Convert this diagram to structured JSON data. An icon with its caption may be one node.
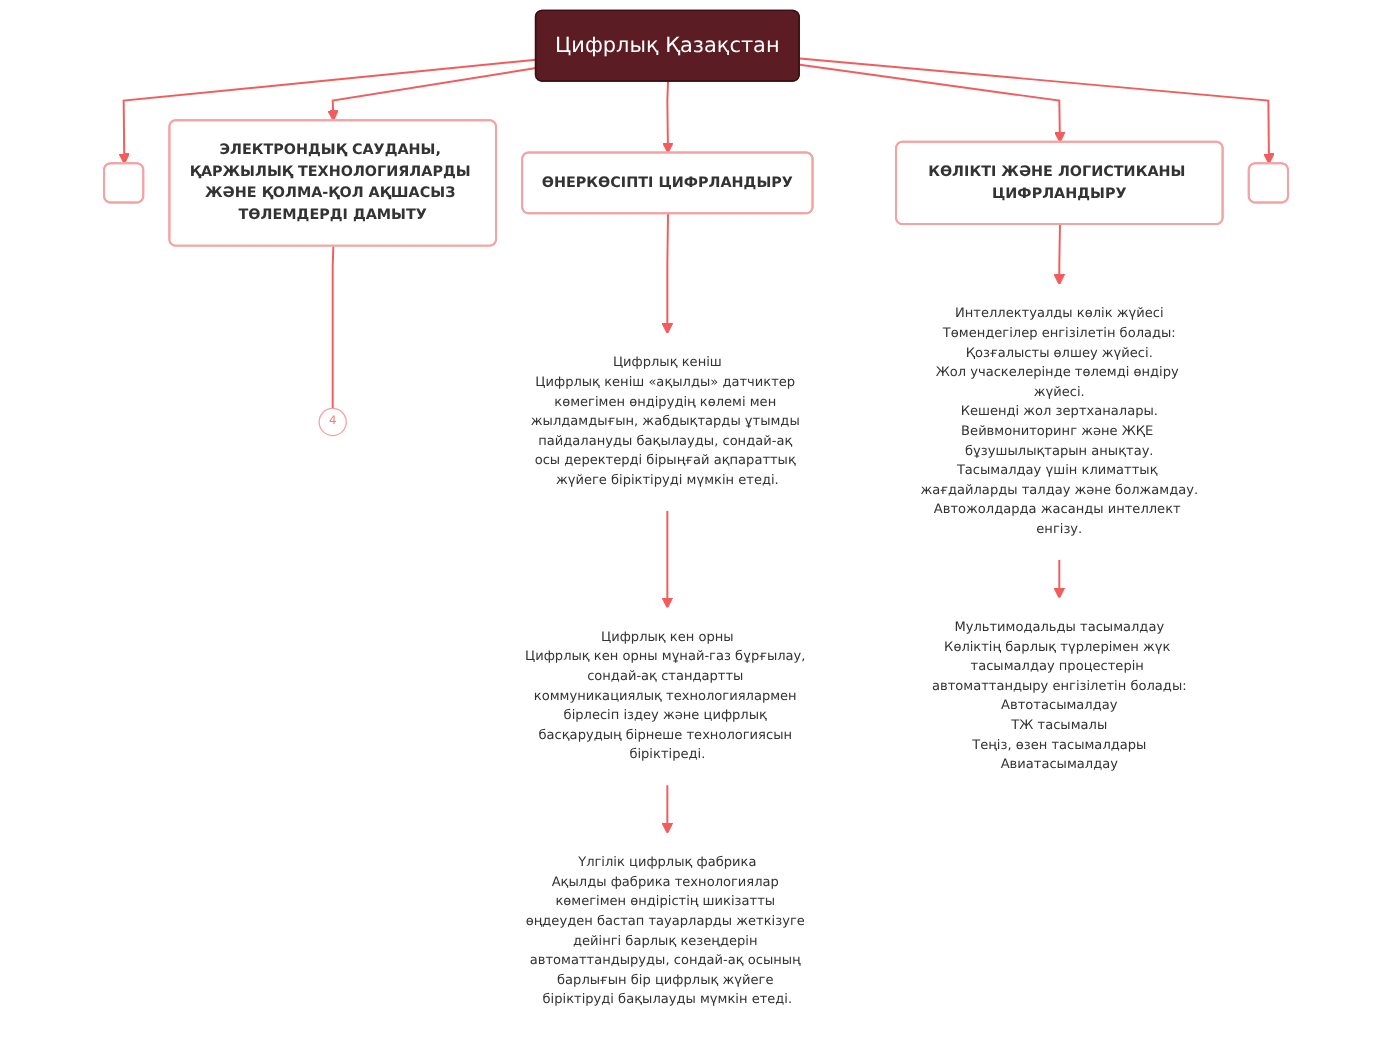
{
  "diagram": {
    "nodes": [
      {
        "text": [
          "Цифрлық Қазақстан"
        ]
      },
      {
        "text": [],
        "shape": "box"
      },
      {
        "text": [
          "ӨНЕРКӨСІПТІ ЦИФРЛАНДЫРУ"
        ]
      },
      {
        "text": [
          "КӨЛІКТІ ЖӘНЕ ЛОГИСТИКАНЫ ЦИФРЛАНДЫРУ"
        ]
      },
      {
        "text": [
          "ЭЛЕКТРОНДЫҚ САУДАНЫ, ҚАРЖЫЛЫҚ ТЕХНОЛОГИЯЛАРДЫ ЖӘНЕ ҚОЛМА-ҚОЛ АҚШАСЫЗ ТӨЛЕМДЕРДІ ДАМЫТУ"
        ]
      },
      {
        "text": [
          "4"
        ]
      },
      {
        "text": [],
        "shape": "box"
      },
      {
        "text": [
          "Цифрлық кеніш",
          "Цифрлық кеніш «ақылды» датчиктер көмегімен өндірудің көлемі мен жылдамдығын, жабдықтарды ұтымды пайдалануды бақылауды, сондай-ақ осы деректерді бірыңғай ақпараттық жүйеге біріктіруді мүмкін етеді."
        ]
      },
      {
        "text": [
          "Цифрлық кен орны",
          "Цифрлық кен орны мұнай-газ бұрғылау, сондай-ақ стандартты коммуникациялық технологиялармен бірлесіп іздеу және цифрлық басқарудың бірнеше технологиясын біріктіреді."
        ]
      },
      {
        "text": [
          "Үлгілік цифрлық фабрика",
          "Ақылды фабрика технологиялар көмегімен өндірістің шикізатты өңдеуден бастап тауарларды жеткізуге дейінгі барлық кезеңдерін автоматтандыруды, сондай-ақ осының барлығын бір цифрлық жүйеге біріктіруді бақылауды мүмкін етеді."
        ]
      },
      {
        "text": [
          "Интеллектуалды көлік жүйесі",
          "Төмендегілер енгізілетін болады:",
          "Қозғалысты өлшеу жүйесі.",
          "Жол учаскелерінде төлемді өндіру жүйесі.",
          "Кешенді жол зертханалары.",
          "Вейвмониторинг және ЖҚЕ бұзушылықтарын анықтау.",
          "Тасымалдау үшін климаттық жағдайларды талдау және болжамдау.",
          "Автожолдарда жасанды интеллект енгізу."
        ]
      },
      {
        "text": [
          "Мультимодальды тасымалдау",
          "Көліктің барлық түрлерімен жүк тасымалдау процестерін автоматтандыру енгізілетін болады:",
          "Автотасымалдау",
          "ТЖ тасымалы",
          "Теңіз, өзен тасымалдары",
          "Авиатасымалдау"
        ]
      }
    ],
    "edges": [
      {
        "from": 0,
        "to": 1,
        "arrow": "to"
      },
      {
        "from": 0,
        "to": 2,
        "arrow": "to"
      },
      {
        "from": 0,
        "to": 3,
        "arrow": "to"
      },
      {
        "from": 0,
        "to": 4,
        "arrow": "to"
      },
      {
        "from": 0,
        "to": 6,
        "arrow": "to"
      },
      {
        "from": 2,
        "to": 7,
        "arrow": "to"
      },
      {
        "from": 7,
        "to": 8,
        "arrow": "to"
      },
      {
        "from": 8,
        "to": 9,
        "arrow": "to"
      },
      {
        "from": 3,
        "to": 10,
        "arrow": "to"
      },
      {
        "from": 10,
        "to": 11,
        "arrow": "to"
      },
      {
        "from": 4,
        "to": 5,
        "arrow": "none"
      }
    ]
  }
}
